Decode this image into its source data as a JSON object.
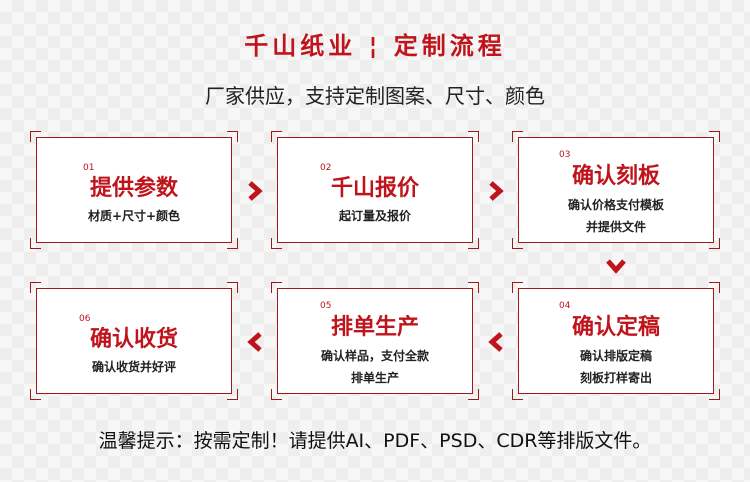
{
  "title": "千山纸业 ¦ 定制流程",
  "subtitle": "厂家供应，支持定制图案、尺寸、颜色",
  "steps": [
    {
      "num": "01",
      "head": "提供参数",
      "line1": "材质+尺寸+颜色",
      "line2": ""
    },
    {
      "num": "02",
      "head": "千山报价",
      "line1": "起订量及报价",
      "line2": ""
    },
    {
      "num": "03",
      "head": "确认刻板",
      "line1": "确认价格支付模板",
      "line2": "并提供文件"
    },
    {
      "num": "04",
      "head": "确认定稿",
      "line1": "确认排版定稿",
      "line2": "刻板打样寄出"
    },
    {
      "num": "05",
      "head": "排单生产",
      "line1": "确认样品，支付全款",
      "line2": "排单生产"
    },
    {
      "num": "06",
      "head": "确认收货",
      "line1": "确认收货并好评",
      "line2": ""
    }
  ],
  "tip": "温馨提示：按需定制！请提供AI、PDF、PSD、CDR等排版文件。",
  "colors": {
    "accent": "#c0141c",
    "border": "#9c1a1a"
  },
  "icons": {
    "next": "chevron-right-icon",
    "down": "chevron-down-icon",
    "back": "chevron-left-icon"
  }
}
